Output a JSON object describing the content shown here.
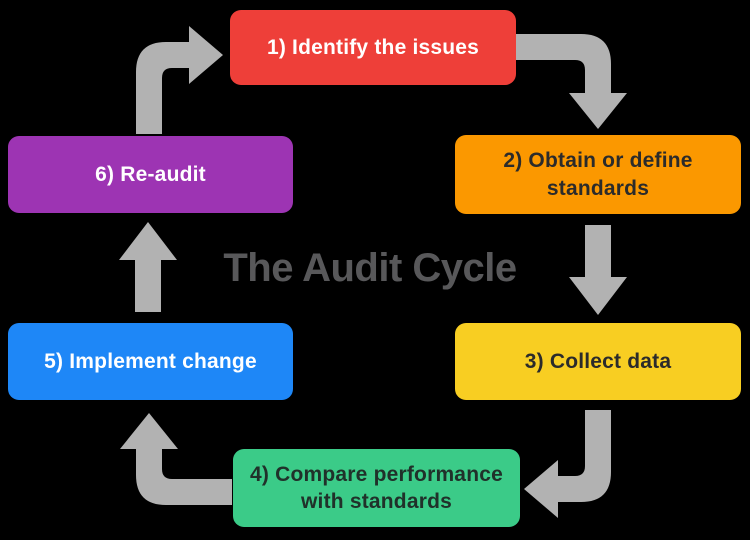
{
  "title": "The Audit Cycle",
  "colors": {
    "background": "#000000",
    "arrow": "#b2b2b2",
    "title_text": "#58585a"
  },
  "steps": [
    {
      "label": "1) Identify the issues",
      "fill": "#ee3f39",
      "text": "#ffffff"
    },
    {
      "label": "2) Obtain or define standards",
      "fill": "#fb9800",
      "text": "#2b2b2b"
    },
    {
      "label": "3) Collect data",
      "fill": "#f8ce22",
      "text": "#2b2b2b"
    },
    {
      "label": "4) Compare performance with standards",
      "fill": "#3bcb88",
      "text": "#20312a"
    },
    {
      "label": "5) Implement change",
      "fill": "#1e87f7",
      "text": "#ffffff"
    },
    {
      "label": "6) Re-audit",
      "fill": "#9d34b3",
      "text": "#ffffff"
    }
  ],
  "arrows": [
    {
      "name": "arrow-step1-to-step2",
      "direction": "right-then-down"
    },
    {
      "name": "arrow-step2-to-step3",
      "direction": "down"
    },
    {
      "name": "arrow-step3-to-step4",
      "direction": "down-then-left"
    },
    {
      "name": "arrow-step4-to-step5",
      "direction": "left-then-up"
    },
    {
      "name": "arrow-step5-to-step6",
      "direction": "up"
    },
    {
      "name": "arrow-step6-to-step1",
      "direction": "up-then-right"
    }
  ]
}
